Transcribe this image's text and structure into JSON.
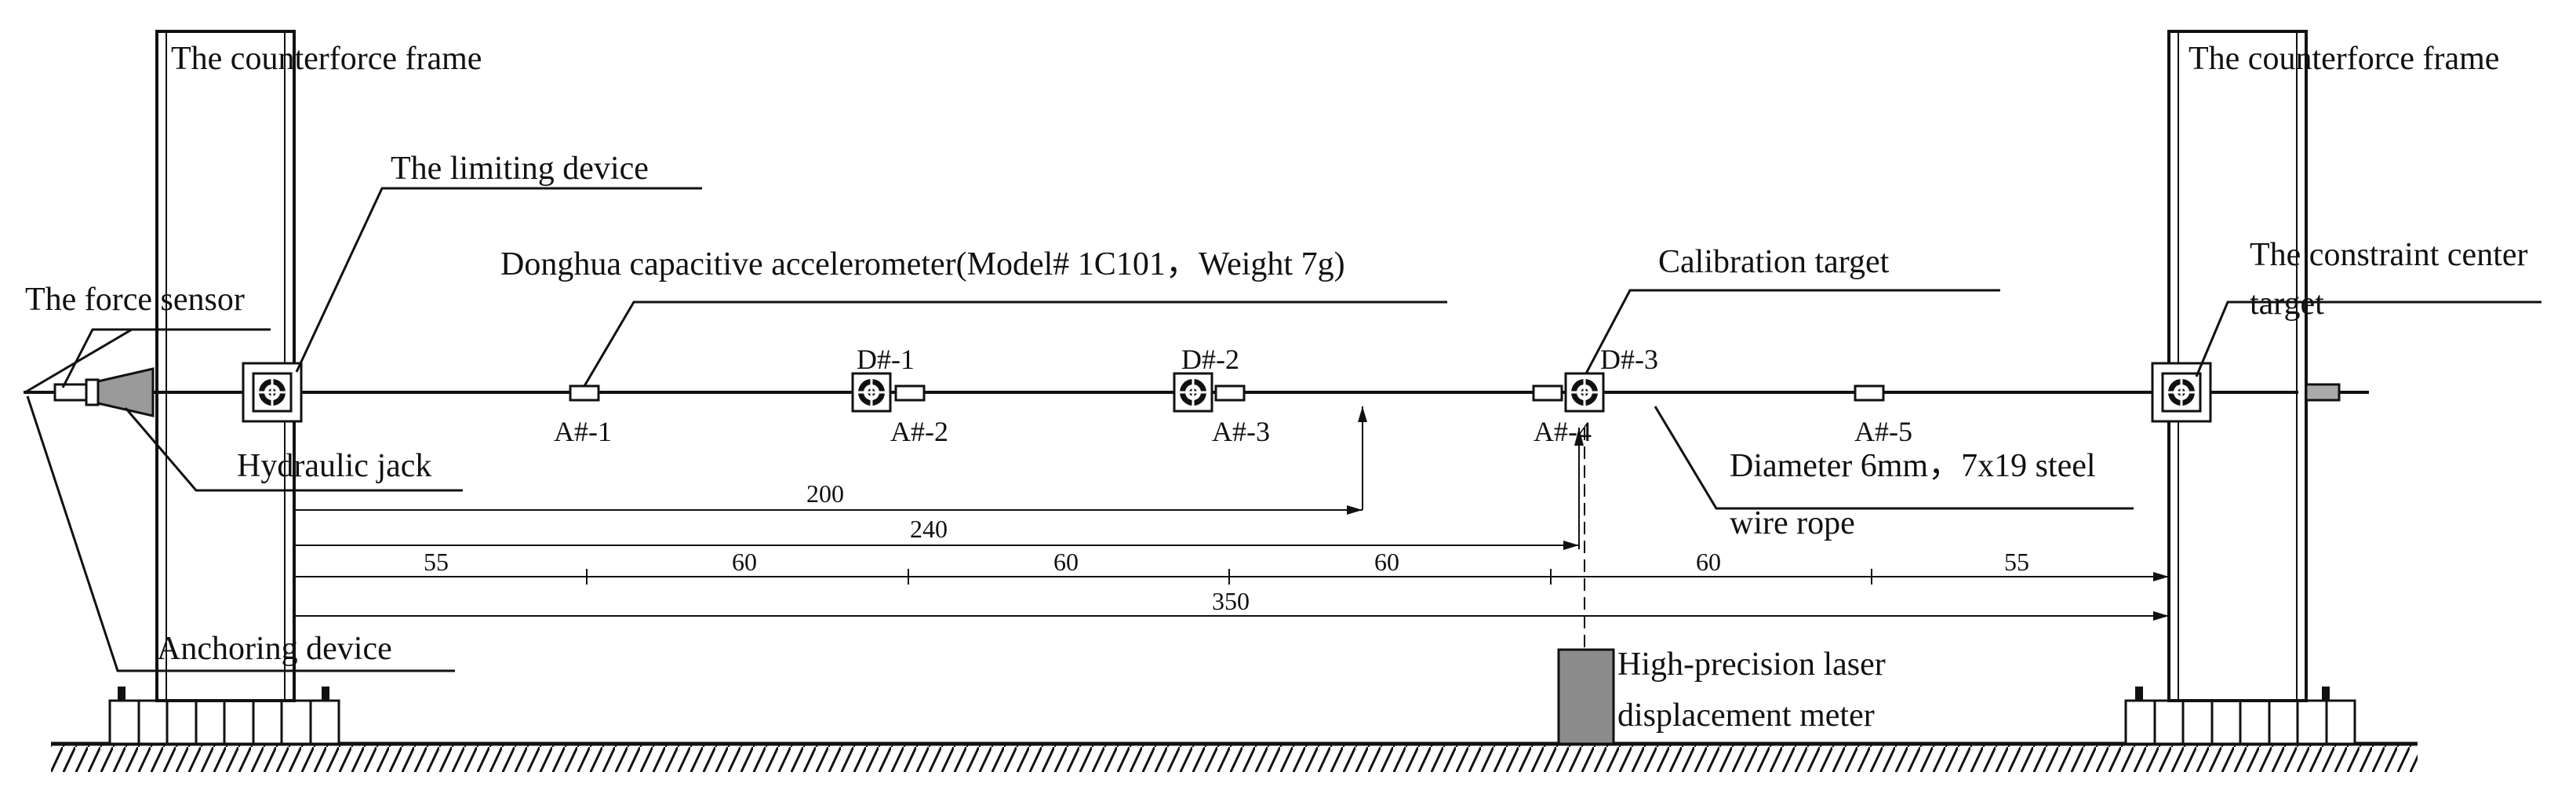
{
  "labels": {
    "frame_left": "The counterforce frame",
    "frame_right": "The counterforce frame",
    "limiting_device": "The limiting device",
    "accelerometer": "Donghua capacitive accelerometer(Model# 1C101，Weight 7g)",
    "calibration_target": "Calibration target",
    "constraint_line1": "The constraint center",
    "constraint_line2": "target",
    "force_sensor": "The force sensor",
    "hydraulic_jack": "Hydraulic jack",
    "anchoring_device": "Anchoring device",
    "rope_line1": "Diameter 6mm，7x19 steel",
    "rope_line2": "wire rope",
    "laser_line1": "High-precision laser",
    "laser_line2": "displacement meter"
  },
  "accelerometers": [
    "A#-1",
    "A#-2",
    "A#-3",
    "A#-4",
    "A#-5"
  ],
  "displacement_targets": [
    "D#-1",
    "D#-2",
    "D#-3"
  ],
  "dimensions": {
    "d200": "200",
    "d240": "240",
    "d350": "350",
    "segments": [
      "55",
      "60",
      "60",
      "60",
      "60",
      "55"
    ]
  },
  "colors": {
    "ink": "#111111",
    "laser_body": "#8c8c8c",
    "jack_fill": "#9a9a9a"
  }
}
